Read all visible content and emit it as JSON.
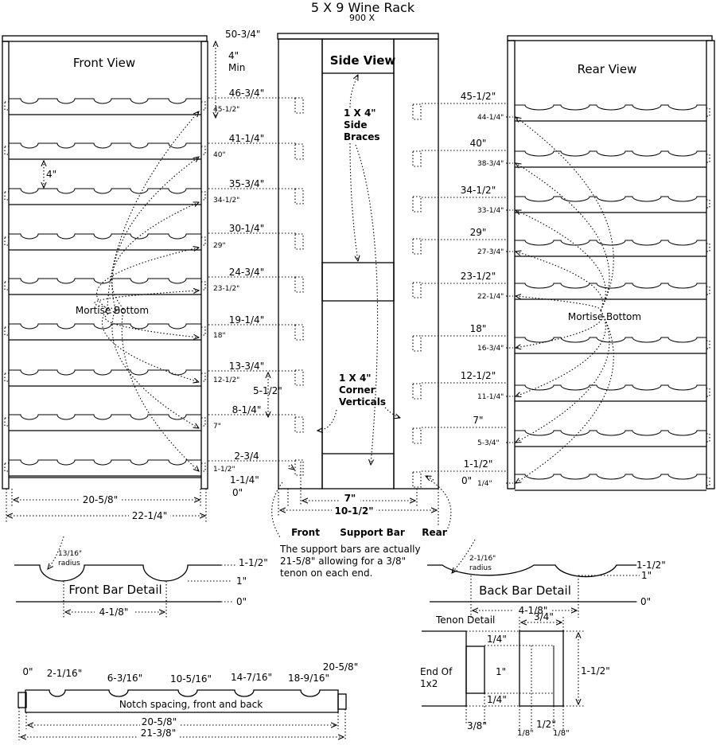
{
  "title": "5 X 9 Wine Rack",
  "subtitle": "900 X",
  "front": {
    "label": "Front View",
    "top": "50-3/4\"",
    "clear": "4\"",
    "clear2": "Min",
    "spacing": "4\"",
    "left": [
      "46-3/4\"",
      "41-1/4\"",
      "35-3/4\"",
      "30-1/4\"",
      "24-3/4\"",
      "19-1/4\"",
      "13-3/4\"",
      "8-1/4\"",
      "2-3/4"
    ],
    "small": [
      "45-1/2\"",
      "40\"",
      "34-1/2\"",
      "29\"",
      "23-1/2\"",
      "18\"",
      "12-1/2\"",
      "7\"",
      "1-1/2\""
    ],
    "gap": "5-1/2\"",
    "bottom1": "1-1/4\"",
    "bottom0": "0\"",
    "mortise": "Mortise Bottom",
    "w1": "20-5/8\"",
    "w2": "22-1/4\""
  },
  "side": {
    "label": "Side View",
    "braces": [
      "1 X 4\"",
      "Side",
      "Braces"
    ],
    "verticals": [
      "1 X 4\"",
      "Corner",
      "Verticals"
    ],
    "d1": "7\"",
    "d2": "10-1/2\"",
    "front": "Front",
    "support": "Support Bar",
    "rear": "Rear",
    "note": [
      "The support bars are actually",
      "21-5/8\" allowing for a 3/8\"",
      "tenon on each end."
    ]
  },
  "rear": {
    "label": "Rear View",
    "big": [
      "45-1/2\"",
      "40\"",
      "34-1/2\"",
      "29\"",
      "23-1/2\"",
      "18\"",
      "12-1/2\"",
      "7\"",
      "1-1/2\""
    ],
    "small": [
      "44-1/4\"",
      "38-3/4\"",
      "33-1/4\"",
      "27-3/4\"",
      "22-1/4\"",
      "16-3/4\"",
      "11-1/4\"",
      "5-3/4\"",
      "1/4\""
    ],
    "bottom0": "0\"",
    "mortise": "Mortise Bottom"
  },
  "front_bar": {
    "label": "Front Bar Detail",
    "radius": [
      "13/16\"",
      "radius"
    ],
    "h15": "1-1/2\"",
    "h1": "1\"",
    "h0": "0\"",
    "w": "4-1/8\""
  },
  "back_bar": {
    "label": "Back Bar Detail",
    "radius": [
      "2-1/16\"",
      "radius"
    ],
    "h15": "1-1/2\"",
    "h1": "1\"",
    "h0": "0\"",
    "w": "4-1/8\""
  },
  "tenon": {
    "label": "Tenon Detail",
    "end": [
      "End Of",
      "1x2"
    ],
    "w34": "3/4\"",
    "t14a": "1/4\"",
    "t1": "1\"",
    "t14b": "1/4\"",
    "h": "1-1/2\"",
    "b38": "3/8\"",
    "b18a": "1/8\"",
    "b12": "1/2\"",
    "b18b": "1/8\""
  },
  "notch": {
    "label": "Notch spacing, front and back",
    "marks": [
      "0\"",
      "2-1/16\"",
      "6-3/16\"",
      "10-5/16\"",
      "14-7/16\"",
      "18-9/16\"",
      "20-5/8\""
    ],
    "w1": "20-5/8\"",
    "w2": "21-3/8\""
  }
}
